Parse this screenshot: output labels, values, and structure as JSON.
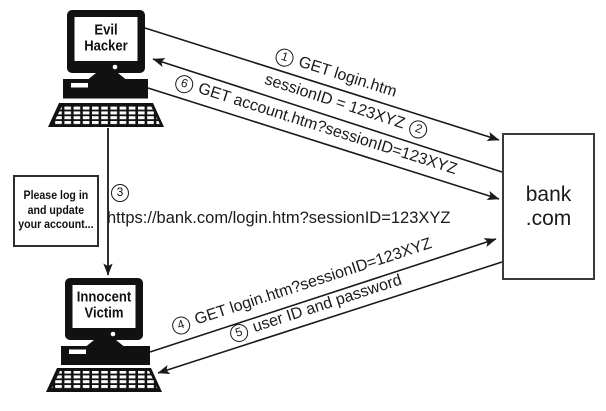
{
  "diagram": {
    "kind": "session-fixation-attack-flow",
    "background": "#ffffff",
    "line_color": "#1a1a1a"
  },
  "nodes": {
    "hacker": {
      "line1": "Evil",
      "line2": "Hacker"
    },
    "victim": {
      "line1": "Innocent",
      "line2": "Victim"
    },
    "bank": {
      "line1": "bank",
      "line2": ".com"
    },
    "message_box": {
      "line1": "Please log in",
      "line2": "and update",
      "line3": "your account..."
    }
  },
  "steps": [
    {
      "num": "1",
      "label": "GET login.htm",
      "from": "hacker",
      "to": "bank"
    },
    {
      "num": "2",
      "label": "sessionID = 123XYZ",
      "from": "bank",
      "to": "hacker"
    },
    {
      "num": "3",
      "label": "https://bank.com/login.htm?sessionID=123XYZ",
      "from": "hacker",
      "to": "victim"
    },
    {
      "num": "4",
      "label": "GET login.htm?sessionID=123XYZ",
      "from": "victim",
      "to": "bank"
    },
    {
      "num": "5",
      "label": "user ID and password",
      "from": "bank",
      "to": "victim"
    },
    {
      "num": "6",
      "label": "GET account.htm?sessionID=123XYZ",
      "from": "hacker",
      "to": "bank"
    }
  ]
}
